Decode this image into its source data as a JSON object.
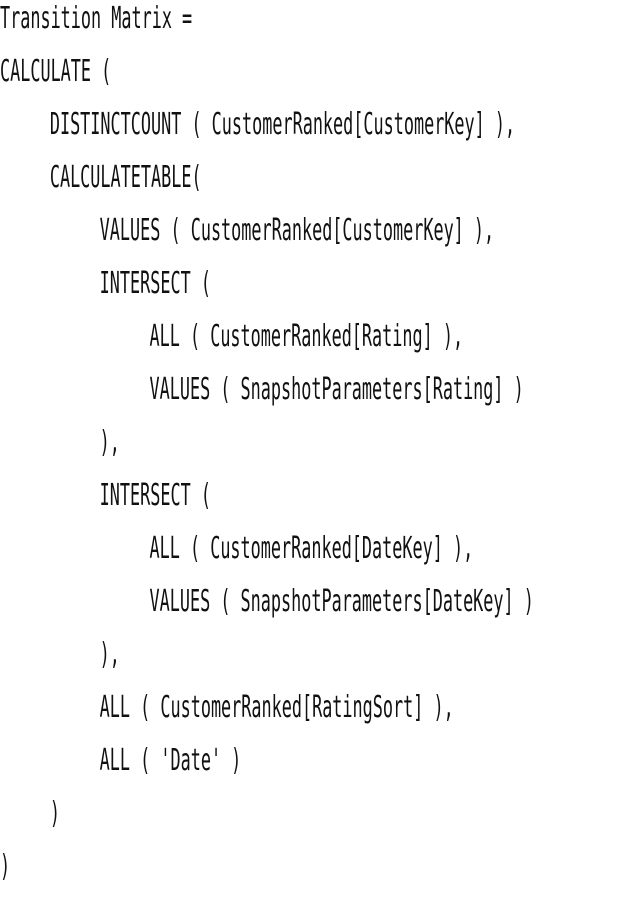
{
  "code": {
    "lines": [
      "Transition Matrix =",
      "CALCULATE (",
      "DISTINCTCOUNT ( CustomerRanked[CustomerKey] ),",
      "CALCULATETABLE(",
      "VALUES ( CustomerRanked[CustomerKey] ),",
      "INTERSECT (",
      "ALL ( CustomerRanked[Rating] ),",
      "VALUES ( SnapshotParameters[Rating] )",
      "),",
      "INTERSECT (",
      "ALL ( CustomerRanked[DateKey] ),",
      "VALUES ( SnapshotParameters[DateKey] )",
      "),",
      "ALL ( CustomerRanked[RatingSort] ),",
      "ALL ( 'Date' )",
      ")",
      ")"
    ]
  }
}
